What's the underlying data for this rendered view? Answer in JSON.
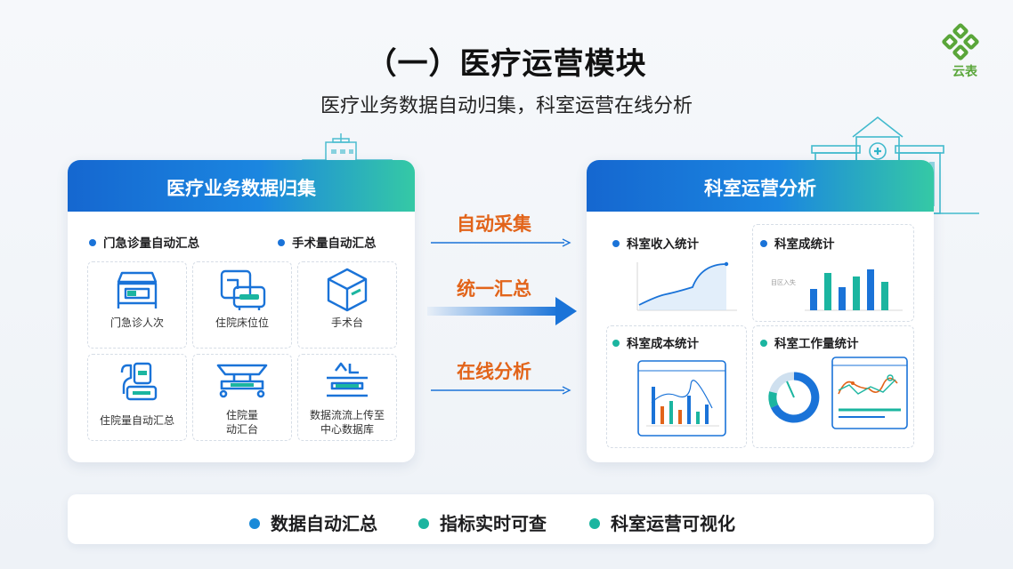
{
  "header": {
    "title": "（一）医疗运营模块",
    "subtitle": "医疗业务数据自动归集，科室运营在线分析"
  },
  "logo": {
    "text": "云表",
    "icon": "clover-logo-icon",
    "color": "#5aa63a"
  },
  "left_panel": {
    "title": "医疗业务数据归集",
    "sections": [
      "门急诊量自动汇总",
      "手术量自动汇总"
    ],
    "items": [
      {
        "label": "门急诊人次",
        "icon": "hospital-bed-icon"
      },
      {
        "label": "住院床位位",
        "icon": "bed-occupancy-icon"
      },
      {
        "label": "手术台",
        "icon": "cube-box-icon"
      },
      {
        "label": "住院量自动汇总",
        "icon": "inpatient-icon"
      },
      {
        "label": "住院量\n动汇台",
        "icon": "operating-table-icon"
      },
      {
        "label": "数据流流上传至\n中心数据库",
        "icon": "database-upload-icon"
      }
    ]
  },
  "arrows": {
    "top": "自动采集",
    "middle": "统一汇总",
    "bottom": "在线分析"
  },
  "right_panel": {
    "title": "科室运营分析",
    "cards": [
      {
        "title": "科室收入统计",
        "dot": "blue"
      },
      {
        "title": "科室成统计",
        "dot": "blue",
        "inset_label": "目区入失"
      },
      {
        "title": "科室成本统计",
        "dot": "teal"
      },
      {
        "title": "科室工作量统计",
        "dot": "teal"
      }
    ]
  },
  "footer": {
    "items": [
      {
        "label": "数据自动汇总",
        "color": "#1a8ad8"
      },
      {
        "label": "指标实时可查",
        "color": "#1bb5a0"
      },
      {
        "label": "科室运营可视化",
        "color": "#1bb5a0"
      }
    ]
  },
  "colors": {
    "primary_blue": "#1567d0",
    "teal": "#35c9a5",
    "orange": "#e2641a"
  }
}
